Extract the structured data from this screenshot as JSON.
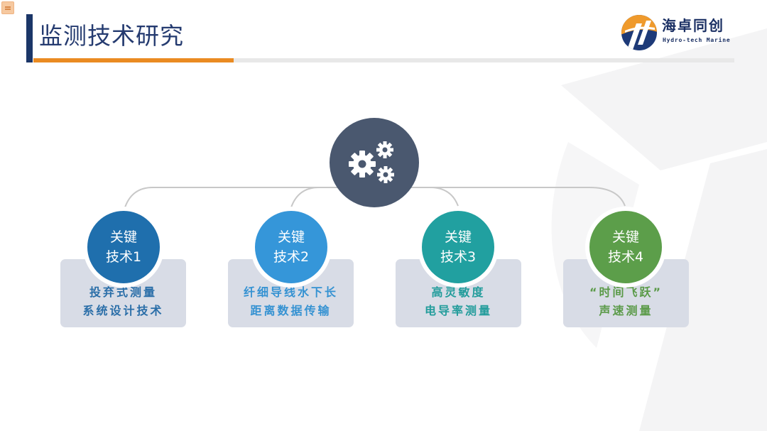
{
  "slide": {
    "title": "监测技术研究",
    "logo": {
      "name_cn": "海卓同创",
      "name_en": "Hydro-tech Marine"
    },
    "hub_icon": "gears-icon",
    "colors": {
      "title_bar": "#1b3668",
      "title_text": "#253b70",
      "accent_orange": "#ea8b22",
      "divider_gray": "#e8e8e8",
      "hub": "#4a586f",
      "box_bg": "#d8dce6"
    },
    "nodes": [
      {
        "label_line1": "关键",
        "label_line2": "技术1",
        "desc_line1": "投弃式测量",
        "desc_line2": "系统设计技术",
        "color": "#1f6fad",
        "text_color": "#2a6ea8"
      },
      {
        "label_line1": "关键",
        "label_line2": "技术2",
        "desc_line1": "纤细导线水下长",
        "desc_line2": "距离数据传输",
        "color": "#3596d9",
        "text_color": "#3592d2"
      },
      {
        "label_line1": "关键",
        "label_line2": "技术3",
        "desc_line1": "高灵敏度",
        "desc_line2": "电导率测量",
        "color": "#21a0a0",
        "text_color": "#229c9b"
      },
      {
        "label_line1": "关键",
        "label_line2": "技术4",
        "desc_line1": "“时间飞跃”",
        "desc_line2": "声速测量",
        "color": "#5c9e4a",
        "text_color": "#5a9a48"
      }
    ]
  }
}
